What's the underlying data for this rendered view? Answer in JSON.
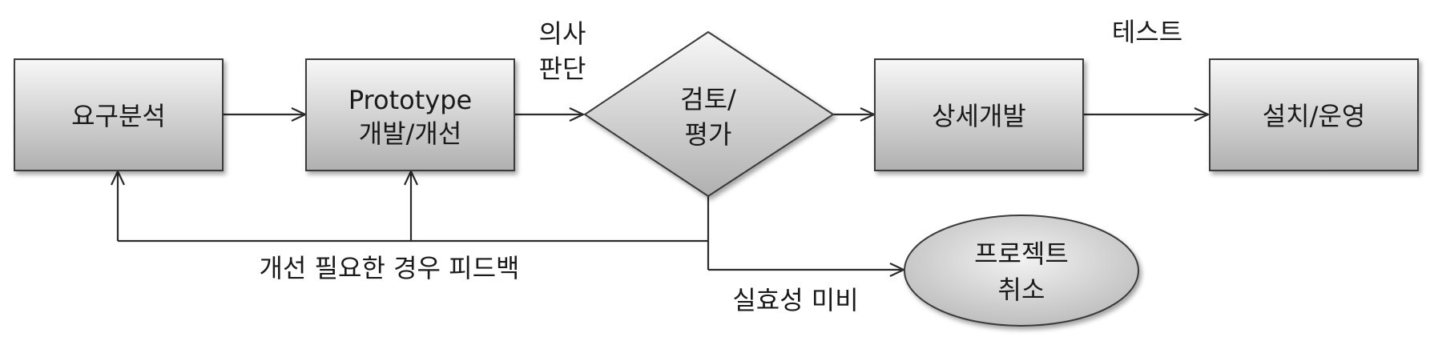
{
  "nodes": {
    "requirements": {
      "label": "요구분석"
    },
    "prototype": {
      "line1": "Prototype",
      "line2": "개발/개선"
    },
    "review": {
      "line1": "검토/",
      "line2": "평가"
    },
    "detail_dev": {
      "label": "상세개발"
    },
    "install": {
      "label": "설치/운영"
    },
    "cancel": {
      "line1": "프로젝트",
      "line2": "취소"
    }
  },
  "edge_labels": {
    "decision": {
      "line1": "의사",
      "line2": "판단"
    },
    "test": "테스트",
    "feedback": "개선 필요한 경우 피드백",
    "insufficient": "실효성 미비"
  },
  "colors": {
    "node_fill_top": "#f7f7f7",
    "node_fill_bottom": "#b4b4b4",
    "stroke": "#3a3a3a",
    "text": "#1a1a1a"
  }
}
